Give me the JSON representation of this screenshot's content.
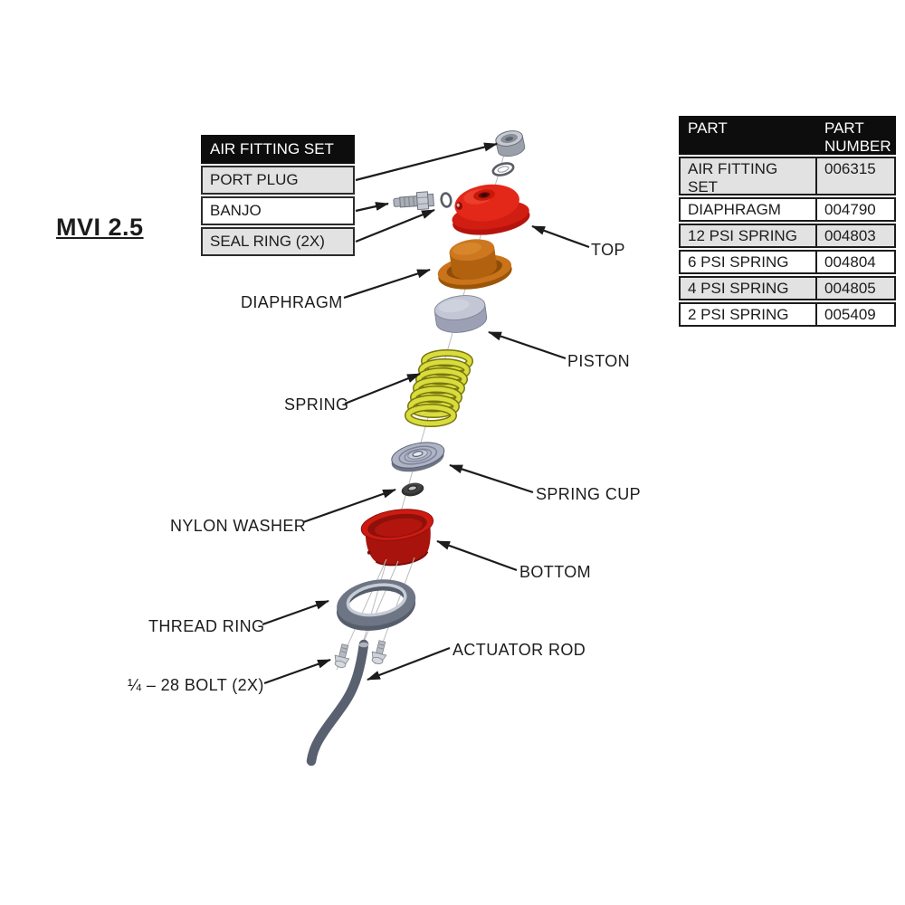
{
  "title": "MVI 2.5",
  "fitting_box": {
    "header": "AIR FITTING SET",
    "rows": [
      "PORT PLUG",
      "BANJO",
      "SEAL RING (2X)"
    ]
  },
  "parts_table": {
    "col_headers": [
      "PART",
      "PART NUMBER"
    ],
    "rows": [
      {
        "part": "AIR FITTING SET",
        "number": "006315"
      },
      {
        "part": "DIAPHRAGM",
        "number": "004790"
      },
      {
        "part": "12 PSI SPRING",
        "number": "004803"
      },
      {
        "part": "6 PSI SPRING",
        "number": "004804"
      },
      {
        "part": "4 PSI SPRING",
        "number": "004805"
      },
      {
        "part": "2 PSI SPRING",
        "number": "005409"
      }
    ]
  },
  "labels": {
    "top": "TOP",
    "diaphragm": "DIAPHRAGM",
    "piston": "PISTON",
    "spring": "SPRING",
    "spring_cup": "SPRING CUP",
    "nylon_washer": "NYLON WASHER",
    "bottom": "BOTTOM",
    "thread_ring": "THREAD RING",
    "bolt": "¼ – 28 BOLT (2X)",
    "actuator_rod": "ACTUATOR ROD"
  },
  "colors": {
    "text": "#1c1c1c",
    "table_header_bg": "#0d0d0d",
    "row_alt_bg": "#e2e2e2",
    "top_red": "#e3281a",
    "bottom_red": "#cd1b11",
    "diaphragm_orange": "#c9731b",
    "piston_gray": "#a9adc0",
    "spring_yellow": "#d9dc3c",
    "metal_gray": "#c6cad2",
    "ring_gray": "#6e7584",
    "rod_gray": "#596070"
  }
}
